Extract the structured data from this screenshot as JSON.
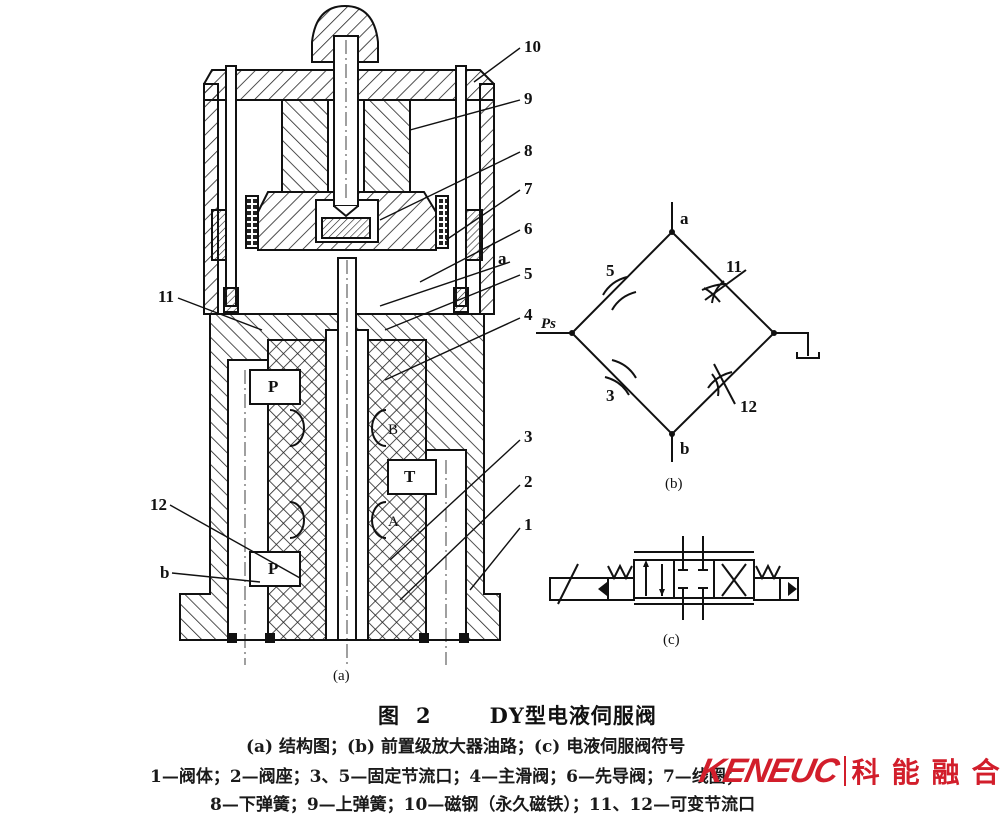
{
  "figure": {
    "number_label": "图",
    "number": "2",
    "title": "DY型电液伺服阀",
    "subcaption": "(a) 结构图；(b) 前置级放大器油路；(c) 电液伺服阀符号",
    "legend_line_1": "1—阀体；2—阀座；3、5—固定节流口；4—主滑阀；6—先导阀；7—线圈；",
    "legend_line_2": "8—下弹簧；9—上弹簧；10—磁钢（永久磁铁）；11、12—可变节流口"
  },
  "panel_a": {
    "caption": "(a)",
    "callouts_right": [
      "10",
      "9",
      "8",
      "7",
      "6",
      "a",
      "5",
      "4",
      "3",
      "2",
      "1"
    ],
    "callouts_left": [
      "11",
      "12",
      "b"
    ],
    "port_labels": {
      "p_top": "P",
      "p_bottom": "P",
      "t": "T",
      "b_chamber": "B",
      "a_chamber": "A"
    }
  },
  "panel_b": {
    "caption": "(b)",
    "node_top": "a",
    "node_bottom": "b",
    "inlet": "Ps",
    "orifices": {
      "upper_left": "5",
      "upper_right": "11",
      "lower_left": "3",
      "lower_right": "12"
    }
  },
  "panel_c": {
    "caption": "(c)"
  },
  "watermark": {
    "latin": "KENEUC",
    "chinese": "科能融合",
    "color": "#d21e2b"
  }
}
